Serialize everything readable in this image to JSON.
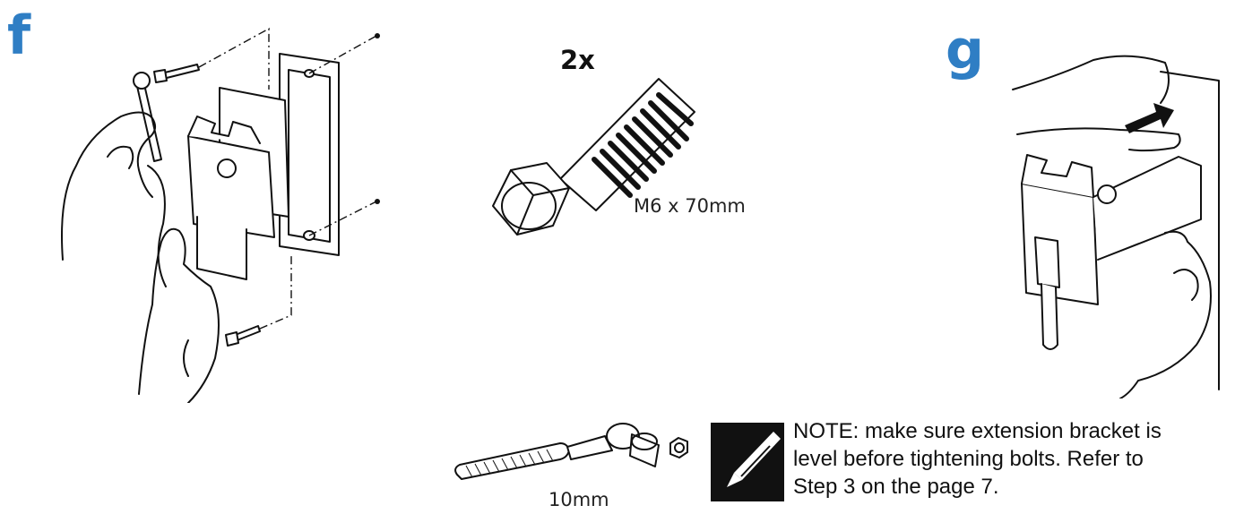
{
  "steps": {
    "f": {
      "letter": "f"
    },
    "g": {
      "letter": "g"
    }
  },
  "bolt": {
    "quantity": "2x",
    "size": "M6 x 70mm"
  },
  "tool": {
    "size": "10mm"
  },
  "note": {
    "text": "NOTE: make sure extension bracket is\nlevel before tightening bolts. Refer to\nStep 3 on the page 7."
  },
  "colors": {
    "step_letter": "#2f7ec4",
    "line": "#111111"
  },
  "icons": [
    "pencil-note-icon",
    "wrench-icon",
    "hex-nut-icon",
    "hex-bolt-icon",
    "arrow-right-icon"
  ]
}
